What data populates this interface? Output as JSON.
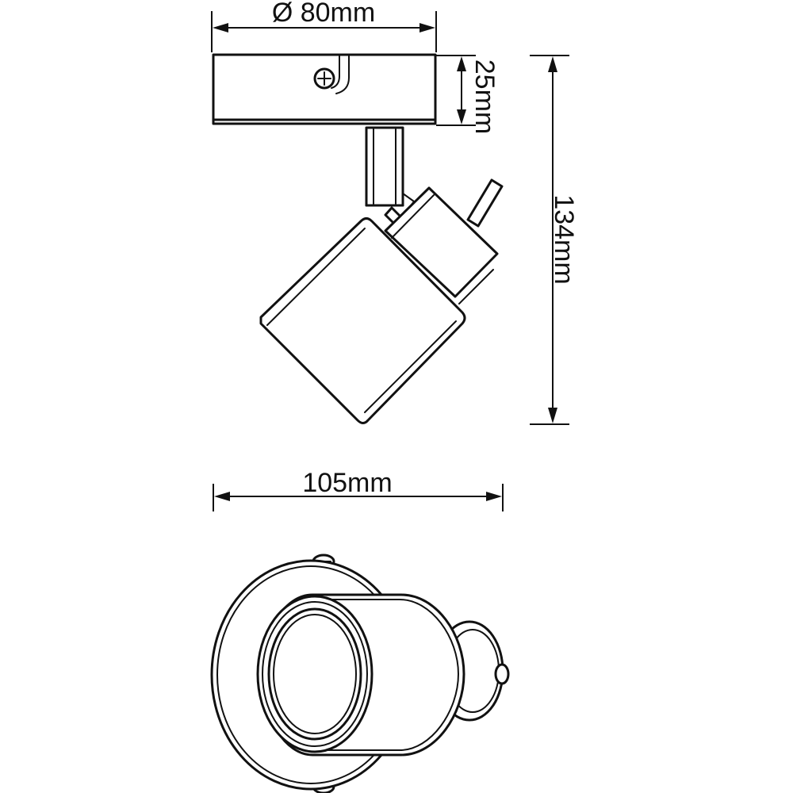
{
  "dimensions": {
    "diameter": "Ø 80mm",
    "base_height": "25mm",
    "total_height": "134mm",
    "total_depth": "105mm"
  }
}
